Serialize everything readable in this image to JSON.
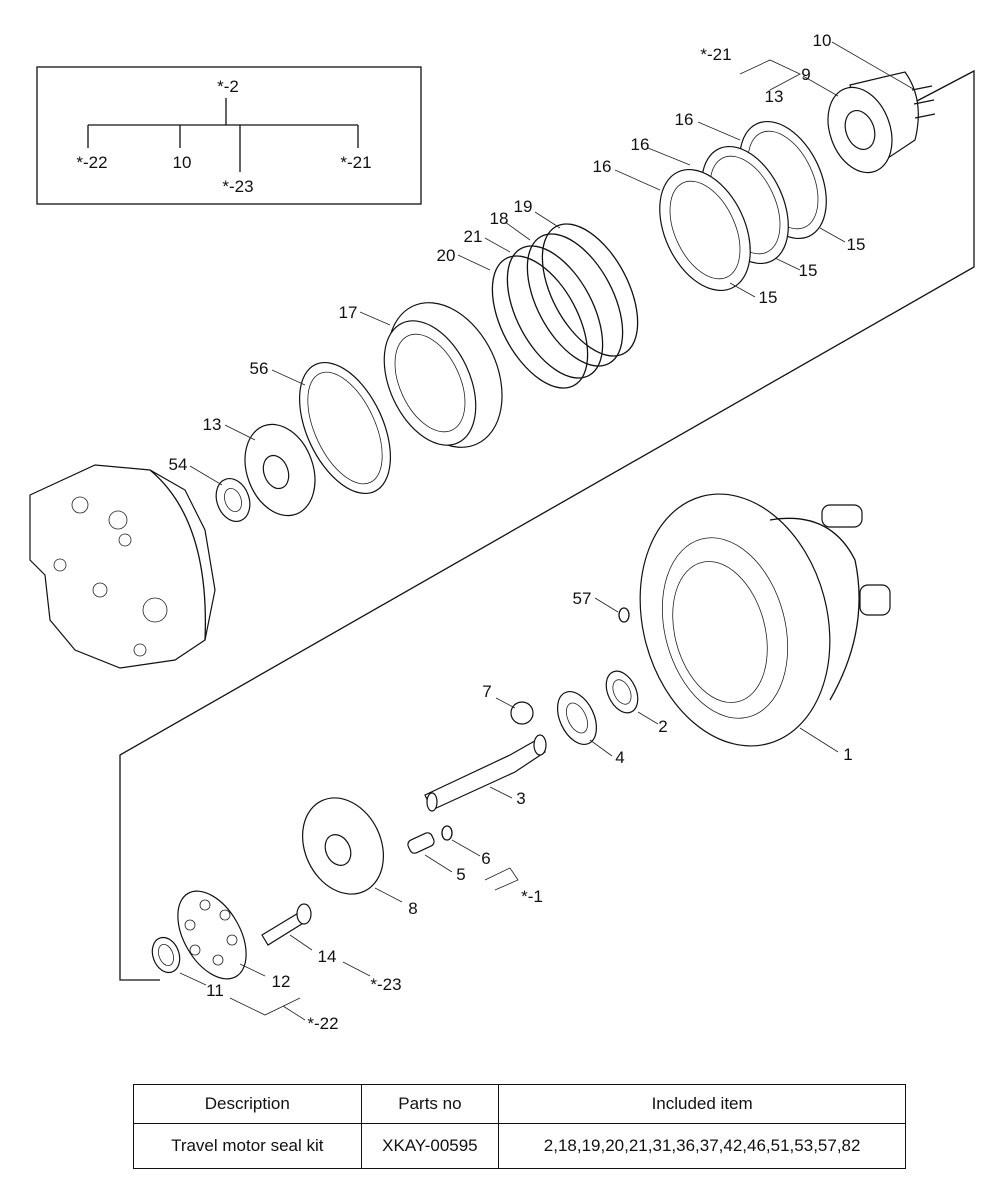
{
  "legend_box": {
    "root": "*-2",
    "children": [
      "*-22",
      "10",
      "*-23",
      "*-21"
    ]
  },
  "callouts": {
    "c10_top": "10",
    "c21_top": "*-21",
    "c9": "9",
    "c13_top": "13",
    "c16a": "16",
    "c16b": "16",
    "c16c": "16",
    "c19": "19",
    "c18": "18",
    "c21": "21",
    "c20": "20",
    "c15a": "15",
    "c15b": "15",
    "c15c": "15",
    "c17": "17",
    "c56": "56",
    "c13": "13",
    "c54": "54",
    "c57": "57",
    "c7": "7",
    "c2": "2",
    "c4": "4",
    "c1": "1",
    "c3": "3",
    "c6": "6",
    "c5": "5",
    "c1star": "*-1",
    "c8": "8",
    "c14": "14",
    "c23star": "*-23",
    "c12": "12",
    "c11": "11",
    "c22star": "*-22"
  },
  "table": {
    "headers": [
      "Description",
      "Parts no",
      "Included item"
    ],
    "rows": [
      [
        "Travel motor seal kit",
        "XKAY-00595",
        "2,18,19,20,21,31,36,37,42,46,51,53,57,82"
      ]
    ]
  }
}
